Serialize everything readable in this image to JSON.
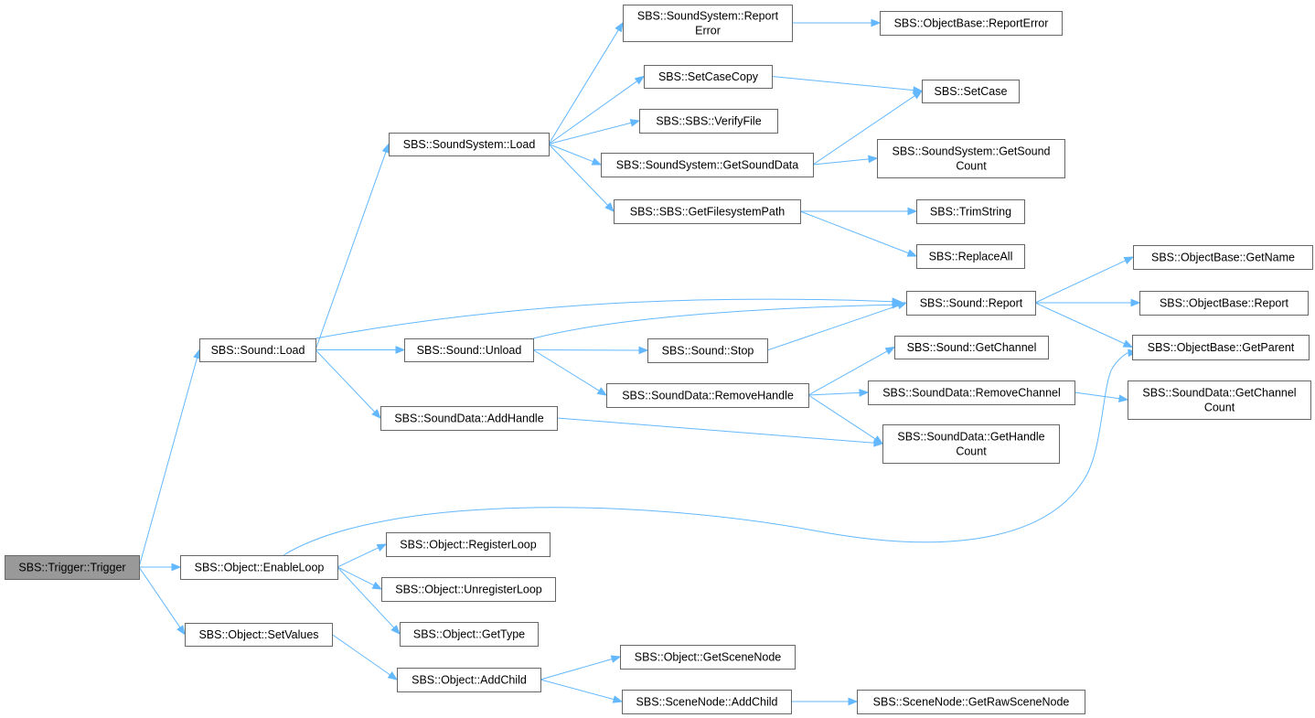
{
  "graph": {
    "nodes": [
      {
        "id": "trigger",
        "lines": [
          "SBS::Trigger::Trigger"
        ],
        "root": true
      },
      {
        "id": "soundLoad",
        "lines": [
          "SBS::Sound::Load"
        ]
      },
      {
        "id": "enableLoop",
        "lines": [
          "SBS::Object::EnableLoop"
        ]
      },
      {
        "id": "setValues",
        "lines": [
          "SBS::Object::SetValues"
        ]
      },
      {
        "id": "ssLoad",
        "lines": [
          "SBS::SoundSystem::Load"
        ]
      },
      {
        "id": "soundUnload",
        "lines": [
          "SBS::Sound::Unload"
        ]
      },
      {
        "id": "addHandle",
        "lines": [
          "SBS::SoundData::AddHandle"
        ]
      },
      {
        "id": "ssReportError",
        "lines": [
          "SBS::SoundSystem::Report",
          "Error"
        ]
      },
      {
        "id": "setCaseCopy",
        "lines": [
          "SBS::SetCaseCopy"
        ]
      },
      {
        "id": "verifyFile",
        "lines": [
          "SBS::SBS::VerifyFile"
        ]
      },
      {
        "id": "getSoundData",
        "lines": [
          "SBS::SoundSystem::GetSoundData"
        ]
      },
      {
        "id": "getFsPath",
        "lines": [
          "SBS::SBS::GetFilesystemPath"
        ]
      },
      {
        "id": "obReportError",
        "lines": [
          "SBS::ObjectBase::ReportError"
        ]
      },
      {
        "id": "setCase",
        "lines": [
          "SBS::SetCase"
        ]
      },
      {
        "id": "getSoundCount",
        "lines": [
          "SBS::SoundSystem::GetSound",
          "Count"
        ]
      },
      {
        "id": "trimString",
        "lines": [
          "SBS::TrimString"
        ]
      },
      {
        "id": "replaceAll",
        "lines": [
          "SBS::ReplaceAll"
        ]
      },
      {
        "id": "soundReport",
        "lines": [
          "SBS::Sound::Report"
        ]
      },
      {
        "id": "soundStop",
        "lines": [
          "SBS::Sound::Stop"
        ]
      },
      {
        "id": "removeHandle",
        "lines": [
          "SBS::SoundData::RemoveHandle"
        ]
      },
      {
        "id": "getChannel",
        "lines": [
          "SBS::Sound::GetChannel"
        ]
      },
      {
        "id": "removeChannel",
        "lines": [
          "SBS::SoundData::RemoveChannel"
        ]
      },
      {
        "id": "getHandleCount",
        "lines": [
          "SBS::SoundData::GetHandle",
          "Count"
        ]
      },
      {
        "id": "getName",
        "lines": [
          "SBS::ObjectBase::GetName"
        ]
      },
      {
        "id": "obReport",
        "lines": [
          "SBS::ObjectBase::Report"
        ]
      },
      {
        "id": "getParent",
        "lines": [
          "SBS::ObjectBase::GetParent"
        ]
      },
      {
        "id": "getChannelCount",
        "lines": [
          "SBS::SoundData::GetChannel",
          "Count"
        ]
      },
      {
        "id": "registerLoop",
        "lines": [
          "SBS::Object::RegisterLoop"
        ]
      },
      {
        "id": "unregisterLoop",
        "lines": [
          "SBS::Object::UnregisterLoop"
        ]
      },
      {
        "id": "getType",
        "lines": [
          "SBS::Object::GetType"
        ]
      },
      {
        "id": "addChild",
        "lines": [
          "SBS::Object::AddChild"
        ]
      },
      {
        "id": "getSceneNode",
        "lines": [
          "SBS::Object::GetSceneNode"
        ]
      },
      {
        "id": "snAddChild",
        "lines": [
          "SBS::SceneNode::AddChild"
        ]
      },
      {
        "id": "getRawSceneNode",
        "lines": [
          "SBS::SceneNode::GetRawSceneNode"
        ]
      }
    ],
    "edges": [
      {
        "from": "trigger",
        "to": "soundLoad"
      },
      {
        "from": "trigger",
        "to": "enableLoop"
      },
      {
        "from": "trigger",
        "to": "setValues"
      },
      {
        "from": "soundLoad",
        "to": "ssLoad"
      },
      {
        "from": "soundLoad",
        "to": "soundReport"
      },
      {
        "from": "soundLoad",
        "to": "soundUnload"
      },
      {
        "from": "soundLoad",
        "to": "addHandle"
      },
      {
        "from": "ssLoad",
        "to": "ssReportError"
      },
      {
        "from": "ssLoad",
        "to": "setCaseCopy"
      },
      {
        "from": "ssLoad",
        "to": "verifyFile"
      },
      {
        "from": "ssLoad",
        "to": "getSoundData"
      },
      {
        "from": "ssLoad",
        "to": "getFsPath"
      },
      {
        "from": "ssReportError",
        "to": "obReportError"
      },
      {
        "from": "setCaseCopy",
        "to": "setCase"
      },
      {
        "from": "getSoundData",
        "to": "setCase"
      },
      {
        "from": "getSoundData",
        "to": "getSoundCount"
      },
      {
        "from": "getFsPath",
        "to": "trimString"
      },
      {
        "from": "getFsPath",
        "to": "replaceAll"
      },
      {
        "from": "soundUnload",
        "to": "soundReport"
      },
      {
        "from": "soundUnload",
        "to": "soundStop"
      },
      {
        "from": "soundUnload",
        "to": "removeHandle"
      },
      {
        "from": "soundStop",
        "to": "soundReport"
      },
      {
        "from": "soundReport",
        "to": "getName"
      },
      {
        "from": "soundReport",
        "to": "obReport"
      },
      {
        "from": "soundReport",
        "to": "getParent"
      },
      {
        "from": "removeHandle",
        "to": "getChannel"
      },
      {
        "from": "removeHandle",
        "to": "removeChannel"
      },
      {
        "from": "removeHandle",
        "to": "getHandleCount"
      },
      {
        "from": "removeChannel",
        "to": "getChannelCount"
      },
      {
        "from": "addHandle",
        "to": "getHandleCount"
      },
      {
        "from": "enableLoop",
        "to": "getParent"
      },
      {
        "from": "enableLoop",
        "to": "registerLoop"
      },
      {
        "from": "enableLoop",
        "to": "unregisterLoop"
      },
      {
        "from": "enableLoop",
        "to": "getType"
      },
      {
        "from": "setValues",
        "to": "addChild"
      },
      {
        "from": "addChild",
        "to": "getSceneNode"
      },
      {
        "from": "addChild",
        "to": "snAddChild"
      },
      {
        "from": "snAddChild",
        "to": "getRawSceneNode"
      }
    ]
  }
}
